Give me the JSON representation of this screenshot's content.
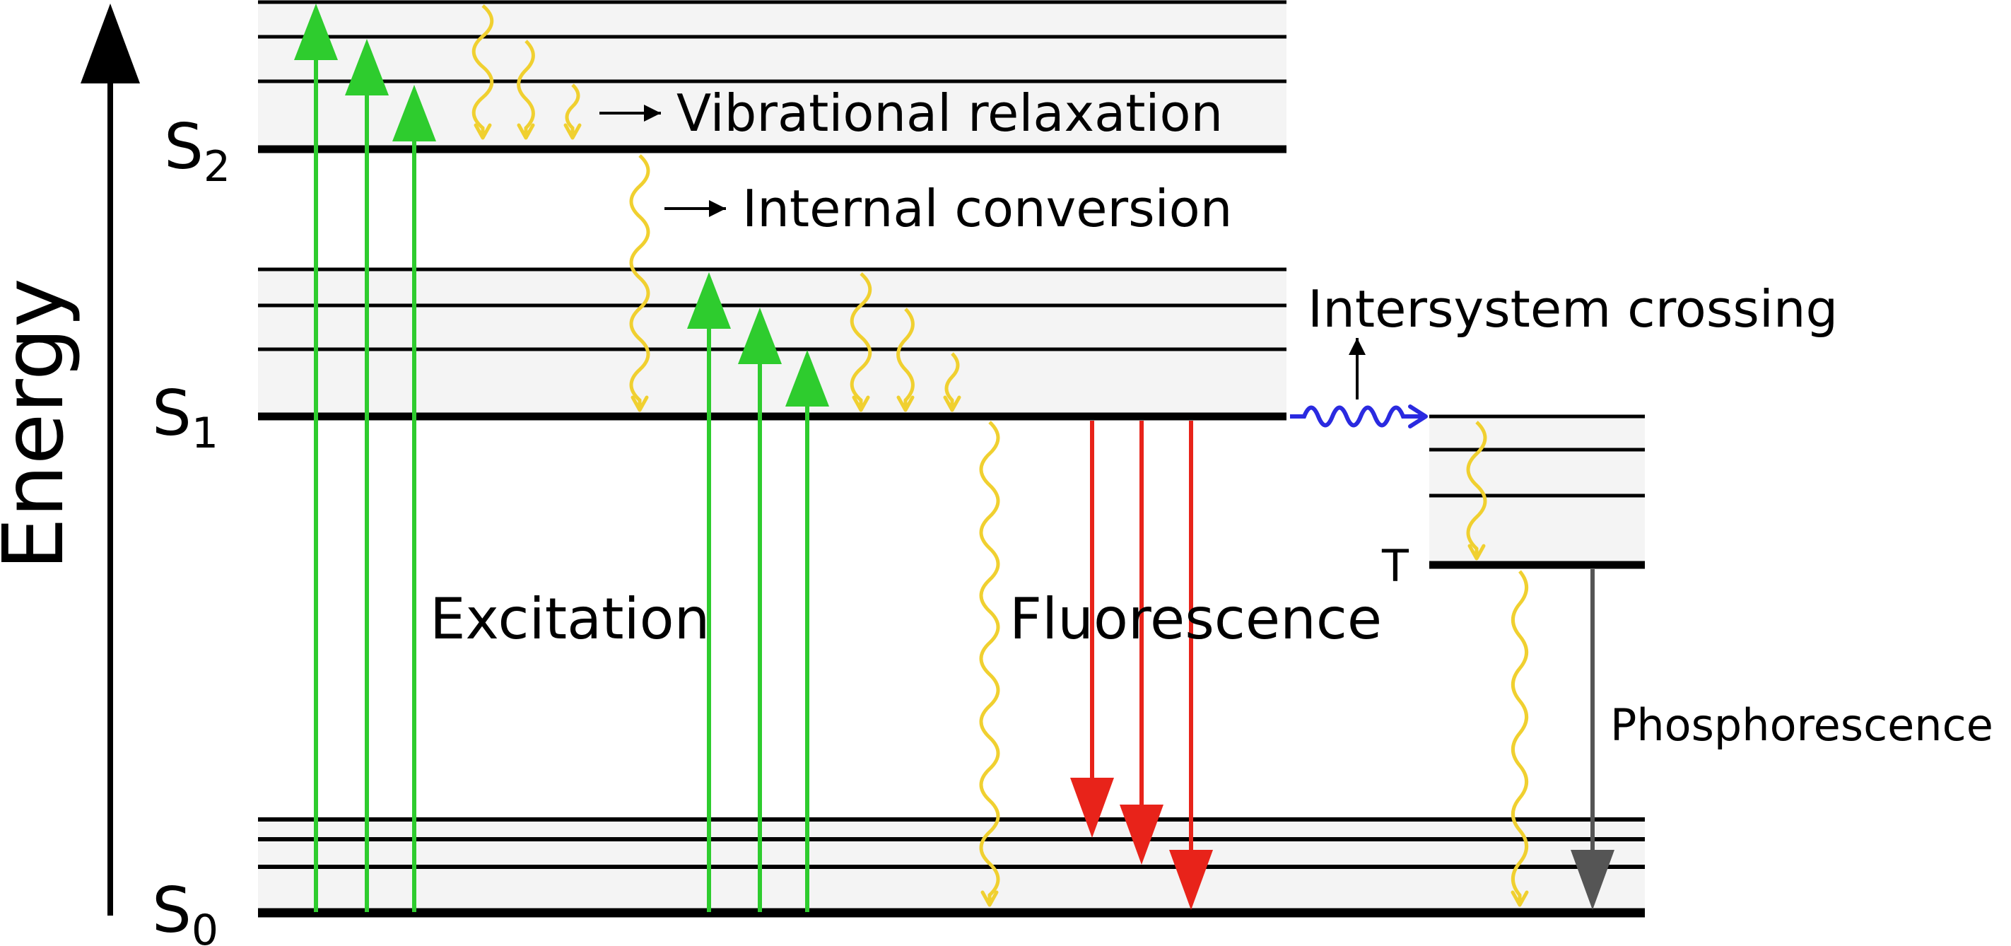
{
  "diagram": {
    "axis_label": "Energy",
    "states": {
      "s2": {
        "letter": "S",
        "sub": "2"
      },
      "s1": {
        "letter": "S",
        "sub": "1"
      },
      "s0": {
        "letter": "S",
        "sub": "0"
      },
      "t": {
        "letter": "T"
      }
    },
    "labels": {
      "vibrational_relaxation": "Vibrational relaxation",
      "internal_conversion": "Internal conversion",
      "intersystem_crossing": "Intersystem crossing",
      "excitation": "Excitation",
      "fluorescence": "Fluorescence",
      "phosphorescence": "Phosphorescence"
    },
    "colors": {
      "excitation": "#2ecc2e",
      "fluorescence": "#e8231a",
      "nonradiative": "#f0d030",
      "intersystem": "#2a2ae0",
      "phosphorescence": "#555555",
      "band": "#f4f4f4",
      "level": "#000000"
    }
  }
}
